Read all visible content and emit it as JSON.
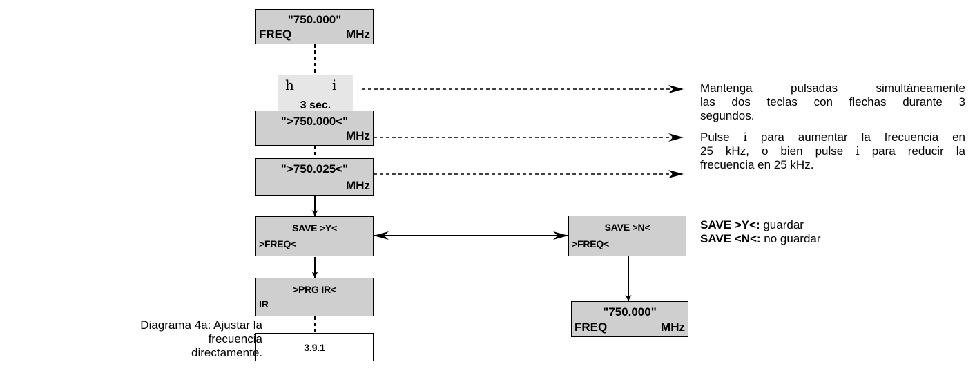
{
  "diagram": {
    "screens": {
      "freq_start": {
        "top": "\"750.000\"",
        "left": "FREQ",
        "right": "MHz"
      },
      "freq_edit_1": {
        "top": "\">750.000<\"",
        "right": "MHz"
      },
      "freq_edit_2": {
        "top": "\">750.025<\"",
        "right": "MHz"
      },
      "save_yes": {
        "top": "SAVE >Y<",
        "left": ">FREQ<"
      },
      "save_no": {
        "top": "SAVE >N<",
        "left": ">FREQ<"
      },
      "prg_ir": {
        "top": ">PRG IR<",
        "left": "IR"
      },
      "section_ref": {
        "top": "3.9.1"
      },
      "freq_end": {
        "top": "\"750.000\"",
        "left": "FREQ",
        "right": "MHz"
      }
    },
    "keys": {
      "left_key": "h",
      "right_key": "i",
      "duration": "3 sec."
    },
    "notes": {
      "hold_keys": {
        "lines": [
          "Mantenga pulsadas simultáneamente",
          "las dos teclas con flechas durante 3",
          "segundos."
        ]
      },
      "adjust": {
        "line1_a": "Pulse ",
        "line1_key": "i",
        "line1_b": " para aumentar la frecuencia en",
        "line2_a": "25 kHz, o bien pulse ",
        "line2_key": "i",
        "line2_b": " para reducir la",
        "line3": "frecuencia en 25 kHz."
      },
      "save": {
        "yes_bold": "SAVE >Y<:",
        "yes_text": " guardar",
        "no_bold": "SAVE <N<:",
        "no_text": " no guardar"
      }
    },
    "caption": {
      "line1": "Diagrama 4a: Ajustar la frecuencia",
      "line2": "directamente."
    }
  }
}
